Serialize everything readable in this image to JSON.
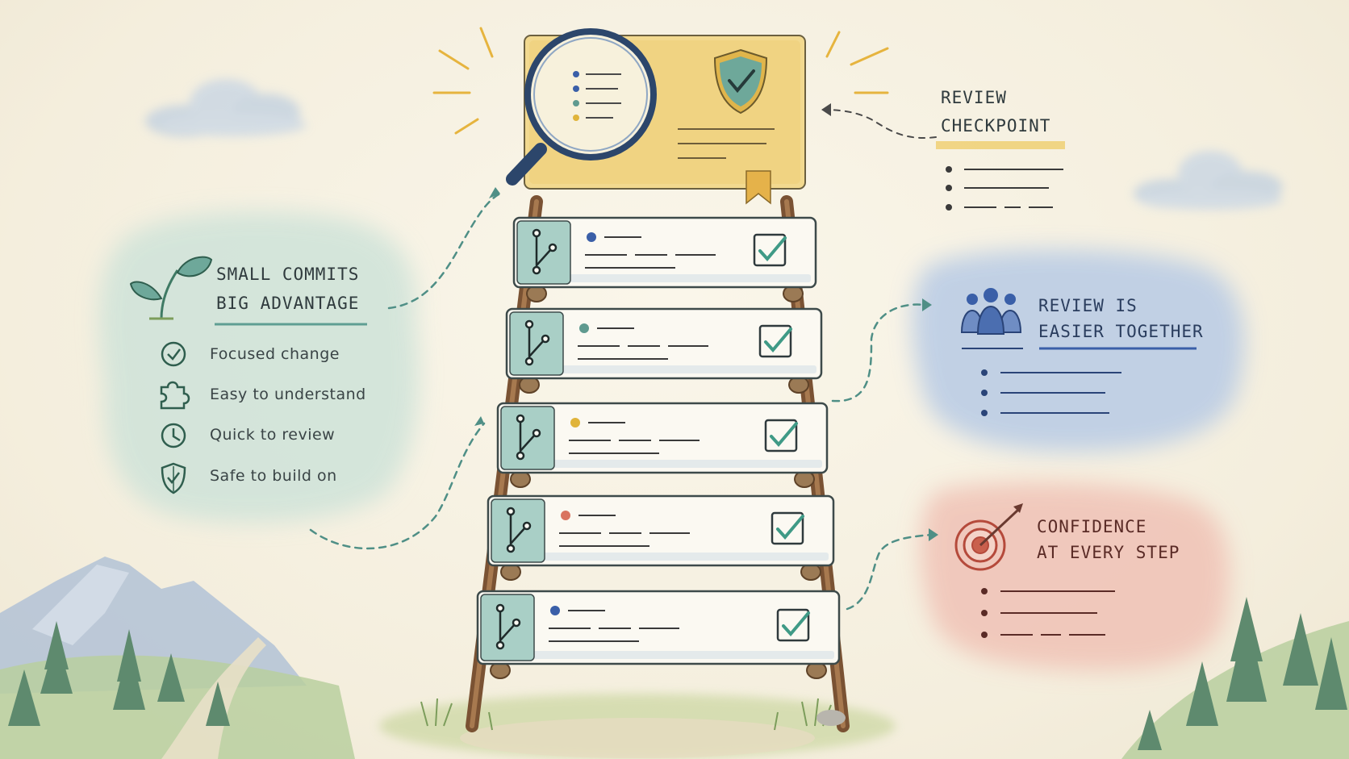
{
  "left_panel": {
    "title_line1": "SMALL COMMITS",
    "title_line2": "BIG ADVANTAGE",
    "icon": "sprout-icon",
    "items": [
      {
        "icon": "check-circle-icon",
        "label": "Focused change"
      },
      {
        "icon": "puzzle-icon",
        "label": "Easy to understand"
      },
      {
        "icon": "clock-icon",
        "label": "Quick to review"
      },
      {
        "icon": "shield-check-icon",
        "label": "Safe to build on"
      }
    ]
  },
  "review_checkpoint": {
    "title_line1": "REVIEW",
    "title_line2": "CHECKPOINT",
    "icons": [
      "magnifier-icon",
      "shield-check-icon",
      "bookmark-icon"
    ]
  },
  "team_panel": {
    "title_line1": "REVIEW IS",
    "title_line2": "EASIER TOGETHER",
    "icon": "people-group-icon"
  },
  "confidence_panel": {
    "title_line1": "CONFIDENCE",
    "title_line2": "AT EVERY STEP",
    "icon": "target-icon"
  },
  "commit_rungs": [
    {
      "dot_color": "#3a5fa8",
      "icon": "git-branch-icon",
      "status": "checked"
    },
    {
      "dot_color": "#5f9a8f",
      "icon": "git-branch-icon",
      "status": "checked"
    },
    {
      "dot_color": "#e0b43a",
      "icon": "git-branch-icon",
      "status": "checked"
    },
    {
      "dot_color": "#d9735f",
      "icon": "git-branch-icon",
      "status": "checked"
    },
    {
      "dot_color": "#3a5fa8",
      "icon": "git-branch-icon",
      "status": "checked"
    }
  ],
  "colors": {
    "teal": "#5f9e93",
    "gold": "#efcf7a",
    "blue": "#a9bedb",
    "coral": "#eeb5a8",
    "ink": "#2f3a3d"
  }
}
